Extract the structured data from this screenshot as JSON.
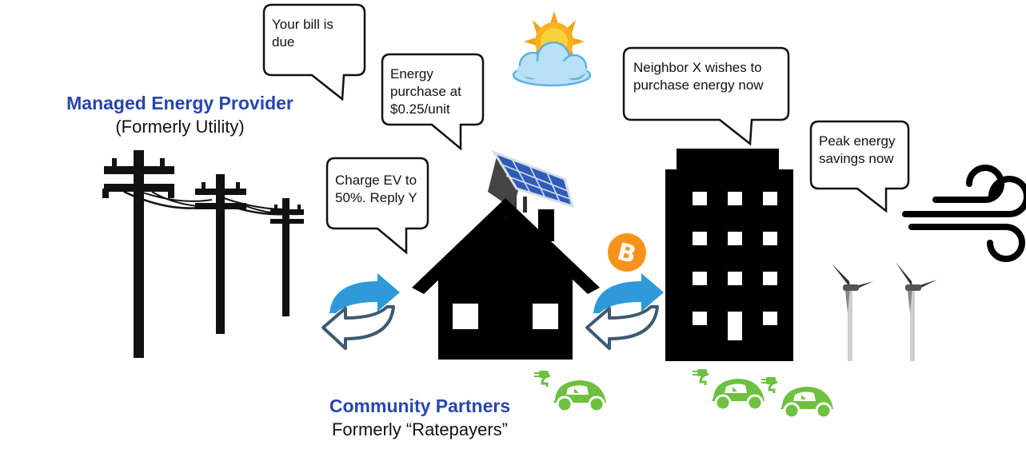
{
  "labels": {
    "provider_title": "Managed Energy Provider",
    "provider_subtitle": "(Formerly Utility)",
    "partners_title": "Community Partners",
    "partners_subtitle": "Formerly “Ratepayers”"
  },
  "bubbles": {
    "bill_due": [
      "Your bill is",
      "due"
    ],
    "energy_purchase": [
      "Energy",
      "purchase at",
      "$0.25/unit"
    ],
    "charge_ev": [
      "Charge EV to",
      "50%. Reply Y"
    ],
    "neighbor": [
      "Neighbor X wishes to",
      "purchase energy now"
    ],
    "peak_savings": [
      "Peak energy",
      "savings now"
    ]
  },
  "colors": {
    "label_blue": "#2645b5",
    "arrow_blue": "#2e9ad9",
    "arrow_dark": "#3d5a70",
    "ev_green": "#6dc13f",
    "bitcoin_orange": "#f7931a",
    "solar_blue": "#2f5cb8"
  },
  "icons": [
    "power-lines-icon",
    "house-icon",
    "solar-panel-icon",
    "apartment-building-icon",
    "sun-cloud-icon",
    "wind-icon",
    "wind-turbine-icon",
    "bitcoin-icon",
    "electric-car-icon",
    "exchange-arrows-icon"
  ]
}
